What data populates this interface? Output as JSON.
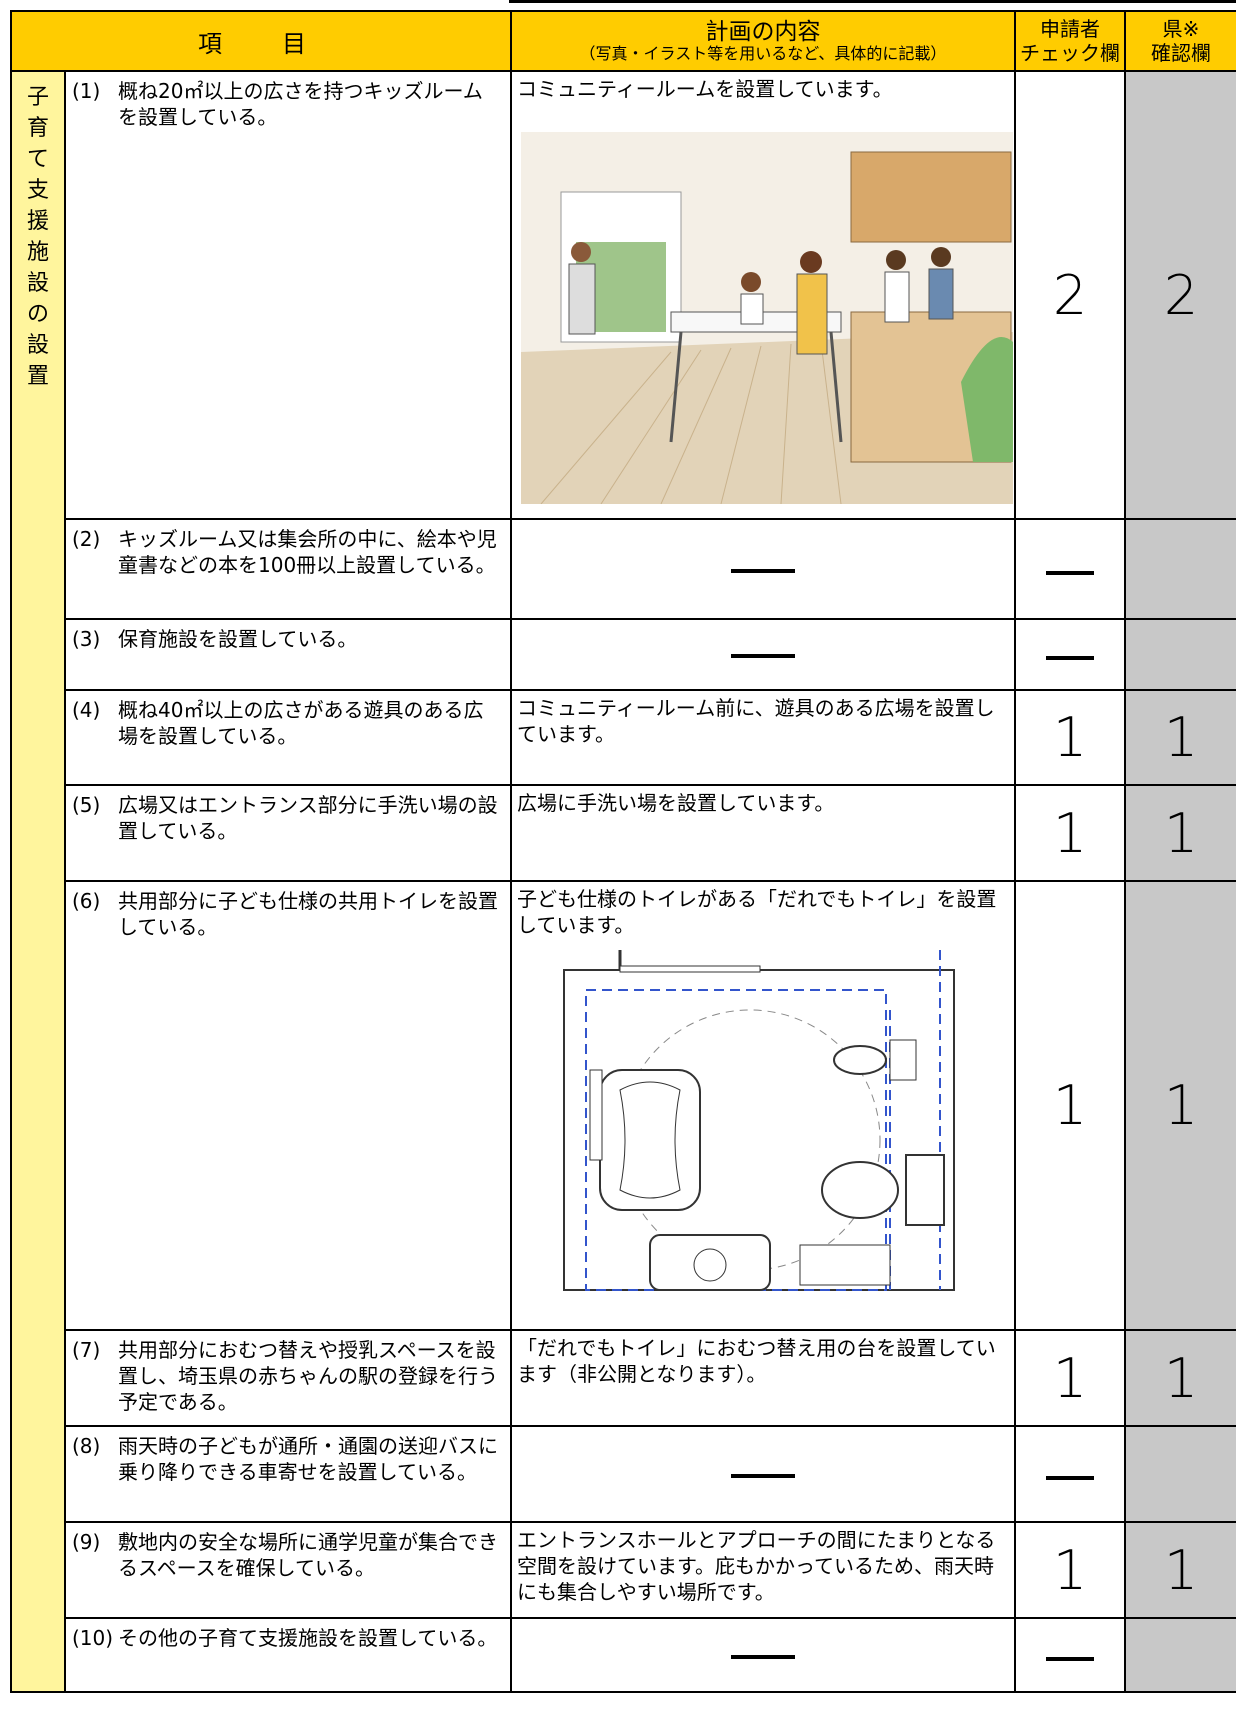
{
  "header": {
    "item": "項　目",
    "plan_title": "計画の内容",
    "plan_sub": "（写真・イラスト等を用いるなど、具体的に記載）",
    "applicant_l1": "申請者",
    "applicant_l2": "チェック欄",
    "pref_l1": "県※",
    "pref_l2": "確認欄"
  },
  "category": [
    "子",
    "育",
    "て",
    "支",
    "援",
    "施",
    "設",
    "の",
    "設",
    "置"
  ],
  "rows": [
    {
      "no": "(1)",
      "item": "概ね20㎡以上の広さを持つキッズルームを設置している。",
      "plan": "コミュニティールームを設置しています。",
      "applicant": "2",
      "pref": "2"
    },
    {
      "no": "(2)",
      "item": "キッズルーム又は集会所の中に、絵本や児童書などの本を100冊以上設置している。",
      "plan": "―",
      "applicant": "―",
      "pref": ""
    },
    {
      "no": "(3)",
      "item": "保育施設を設置している。",
      "plan": "―",
      "applicant": "―",
      "pref": ""
    },
    {
      "no": "(4)",
      "item": "概ね40㎡以上の広さがある遊具のある広場を設置している。",
      "plan": "コミュニティールーム前に、遊具のある広場を設置しています。",
      "applicant": "1",
      "pref": "1"
    },
    {
      "no": "(5)",
      "item": "広場又はエントランス部分に手洗い場の設置している。",
      "plan": "広場に手洗い場を設置しています。",
      "applicant": "1",
      "pref": "1"
    },
    {
      "no": "(6)",
      "item": "共用部分に子ども仕様の共用トイレを設置している。",
      "plan": "子ども仕様のトイレがある「だれでもトイレ」を設置しています。",
      "applicant": "1",
      "pref": "1"
    },
    {
      "no": "(7)",
      "item": "共用部分におむつ替えや授乳スペースを設置し、埼玉県の赤ちゃんの駅の登録を行う予定である。",
      "plan": "「だれでもトイレ」におむつ替え用の台を設置しています（非公開となります）。",
      "applicant": "1",
      "pref": "1"
    },
    {
      "no": "(8)",
      "item": "雨天時の子どもが通所・通園の送迎バスに乗り降りできる車寄せを設置している。",
      "plan": "―",
      "applicant": "―",
      "pref": ""
    },
    {
      "no": "(9)",
      "item": "敷地内の安全な場所に通学児童が集合できるスペースを確保している。",
      "plan": "エントランスホールとアプローチの間にたまりとなる空間を設けています。庇もかかっているため、雨天時にも集合しやすい場所です。",
      "applicant": "1",
      "pref": "1"
    },
    {
      "no": "(10)",
      "item": "その他の子育て支援施設を設置している。",
      "plan": "―",
      "applicant": "―",
      "pref": ""
    }
  ],
  "colors": {
    "header_bg": "#ffcc00",
    "category_bg": "#fff59d",
    "pref_bg": "#c8c8c8"
  }
}
